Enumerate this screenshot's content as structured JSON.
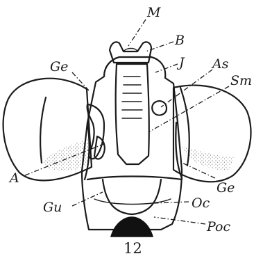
{
  "figure_number": "12",
  "labels": {
    "M": "M",
    "B": "B",
    "J": "J",
    "As": "As",
    "Sm": "Sm",
    "Ge_top": "Ge",
    "Ge_right": "Ge",
    "A": "A",
    "Gu": "Gu",
    "Oc": "Oc",
    "Poc": "Poc"
  }
}
